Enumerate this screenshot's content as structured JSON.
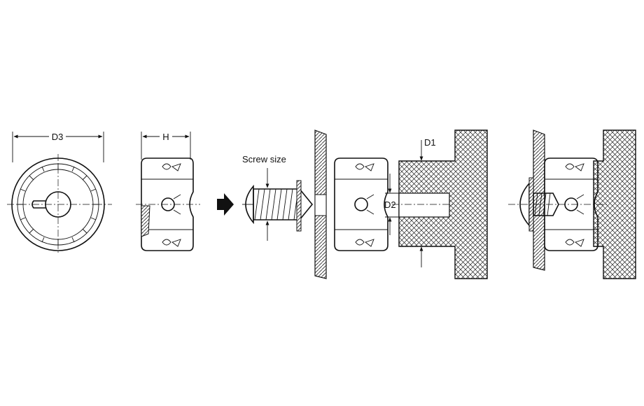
{
  "labels": {
    "d3": "D3",
    "h": "H",
    "screw_size": "Screw size",
    "d1": "D1",
    "d2": "D2"
  },
  "colors": {
    "ink": "#111111",
    "paper": "#ffffff"
  }
}
